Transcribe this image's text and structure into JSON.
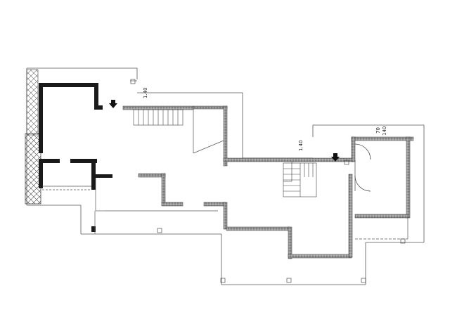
{
  "drawing": {
    "dimensions": {
      "left_opening": "1.40",
      "middle_opening": "1.40",
      "right_top_a": "70",
      "right_top_b": "140"
    },
    "wall_color": "#1a1a1a",
    "line_color": "#555555"
  }
}
